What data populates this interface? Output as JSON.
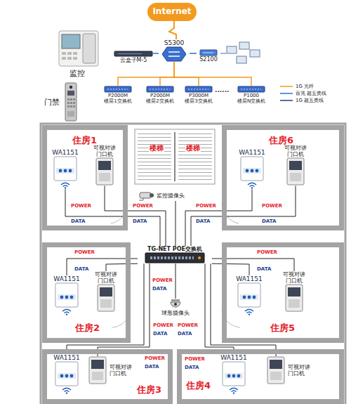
{
  "diagram": {
    "nodes": [
      {
        "text": [
          "Internet"
        ]
      },
      {
        "text": [
          "S5300"
        ]
      },
      {
        "text": [
          "云盒子M-5"
        ]
      },
      {
        "text": [
          "S2100"
        ]
      },
      {
        "text": [
          "P2000M",
          "楼层1交换机"
        ]
      },
      {
        "text": [
          "P2000M",
          "楼层2交换机"
        ]
      },
      {
        "text": [
          "P3000M",
          "楼层3交换机"
        ]
      },
      {
        "text": [
          "P1000",
          "楼层N交换机"
        ]
      },
      {
        "text": [
          "住房1"
        ]
      },
      {
        "text": [
          "WA1151"
        ],
        "in": 8
      },
      {
        "text": [
          "可视对讲门口机"
        ],
        "in": 8
      },
      {
        "text": [
          "住房6"
        ]
      },
      {
        "text": [
          "WA1151"
        ],
        "in": 11
      },
      {
        "text": [
          "可视对讲门口机"
        ],
        "in": 11
      },
      {
        "text": [
          "监控摄像头"
        ]
      },
      {
        "text": [
          "TG-NET POE交换机"
        ]
      },
      {
        "text": [
          "住房2"
        ]
      },
      {
        "text": [
          "WA1151"
        ],
        "in": 16
      },
      {
        "text": [
          "可视对讲门口机"
        ],
        "in": 16
      },
      {
        "text": [
          "住房5"
        ]
      },
      {
        "text": [
          "WA1151"
        ],
        "in": 19
      },
      {
        "text": [
          "可视对讲门口机"
        ],
        "in": 19
      },
      {
        "text": [
          "球形摄像头"
        ]
      },
      {
        "text": [
          "住房3"
        ]
      },
      {
        "text": [
          "WA1151"
        ],
        "in": 23
      },
      {
        "text": [
          "可视对讲门口机"
        ],
        "in": 23
      },
      {
        "text": [
          "住房4"
        ]
      },
      {
        "text": [
          "WA1151"
        ],
        "in": 26
      },
      {
        "text": [
          "可视对讲门口机"
        ],
        "in": 26
      }
    ],
    "edges": [
      {
        "from": 0,
        "to": 1,
        "arrow": "none"
      },
      {
        "from": 1,
        "to": 2,
        "arrow": "none"
      },
      {
        "from": 1,
        "to": 3,
        "arrow": "none"
      },
      {
        "from": 1,
        "to": 4,
        "arrow": "none"
      },
      {
        "from": 1,
        "to": 5,
        "arrow": "none"
      },
      {
        "from": 1,
        "to": 6,
        "arrow": "none"
      },
      {
        "from": 1,
        "to": 7,
        "arrow": "none"
      },
      {
        "from": 15,
        "to": 9,
        "arrow": "none"
      },
      {
        "from": 15,
        "to": 10,
        "arrow": "none"
      },
      {
        "from": 15,
        "to": 12,
        "arrow": "none"
      },
      {
        "from": 15,
        "to": 13,
        "arrow": "none"
      },
      {
        "from": 15,
        "to": 14,
        "arrow": "none"
      },
      {
        "from": 15,
        "to": 17,
        "arrow": "none"
      },
      {
        "from": 15,
        "to": 18,
        "arrow": "none"
      },
      {
        "from": 15,
        "to": 20,
        "arrow": "none"
      },
      {
        "from": 15,
        "to": 21,
        "arrow": "none"
      },
      {
        "from": 15,
        "to": 22,
        "arrow": "none"
      },
      {
        "from": 15,
        "to": 24,
        "arrow": "none"
      },
      {
        "from": 15,
        "to": 25,
        "arrow": "none"
      },
      {
        "from": 15,
        "to": 27,
        "arrow": "none"
      },
      {
        "from": 15,
        "to": 28,
        "arrow": "none"
      }
    ],
    "labels": [
      "监控",
      "门禁",
      "......",
      "楼梯",
      "楼梯",
      "POWER",
      "DATA",
      "POWER",
      "DATA",
      "POWER",
      "DATA",
      "POWER",
      "DATA",
      "POWER",
      "DATA",
      "POWER",
      "DATA",
      "POWER",
      "DATA",
      "POWER",
      "DATA",
      "POWER",
      "DATA",
      "POWER",
      "DATA",
      "POWER",
      "DATA"
    ],
    "legend": [
      {
        "text": "1G 光纤"
      },
      {
        "text": "百兆 超五类线"
      },
      {
        "text": "1G 超五类线"
      }
    ]
  }
}
